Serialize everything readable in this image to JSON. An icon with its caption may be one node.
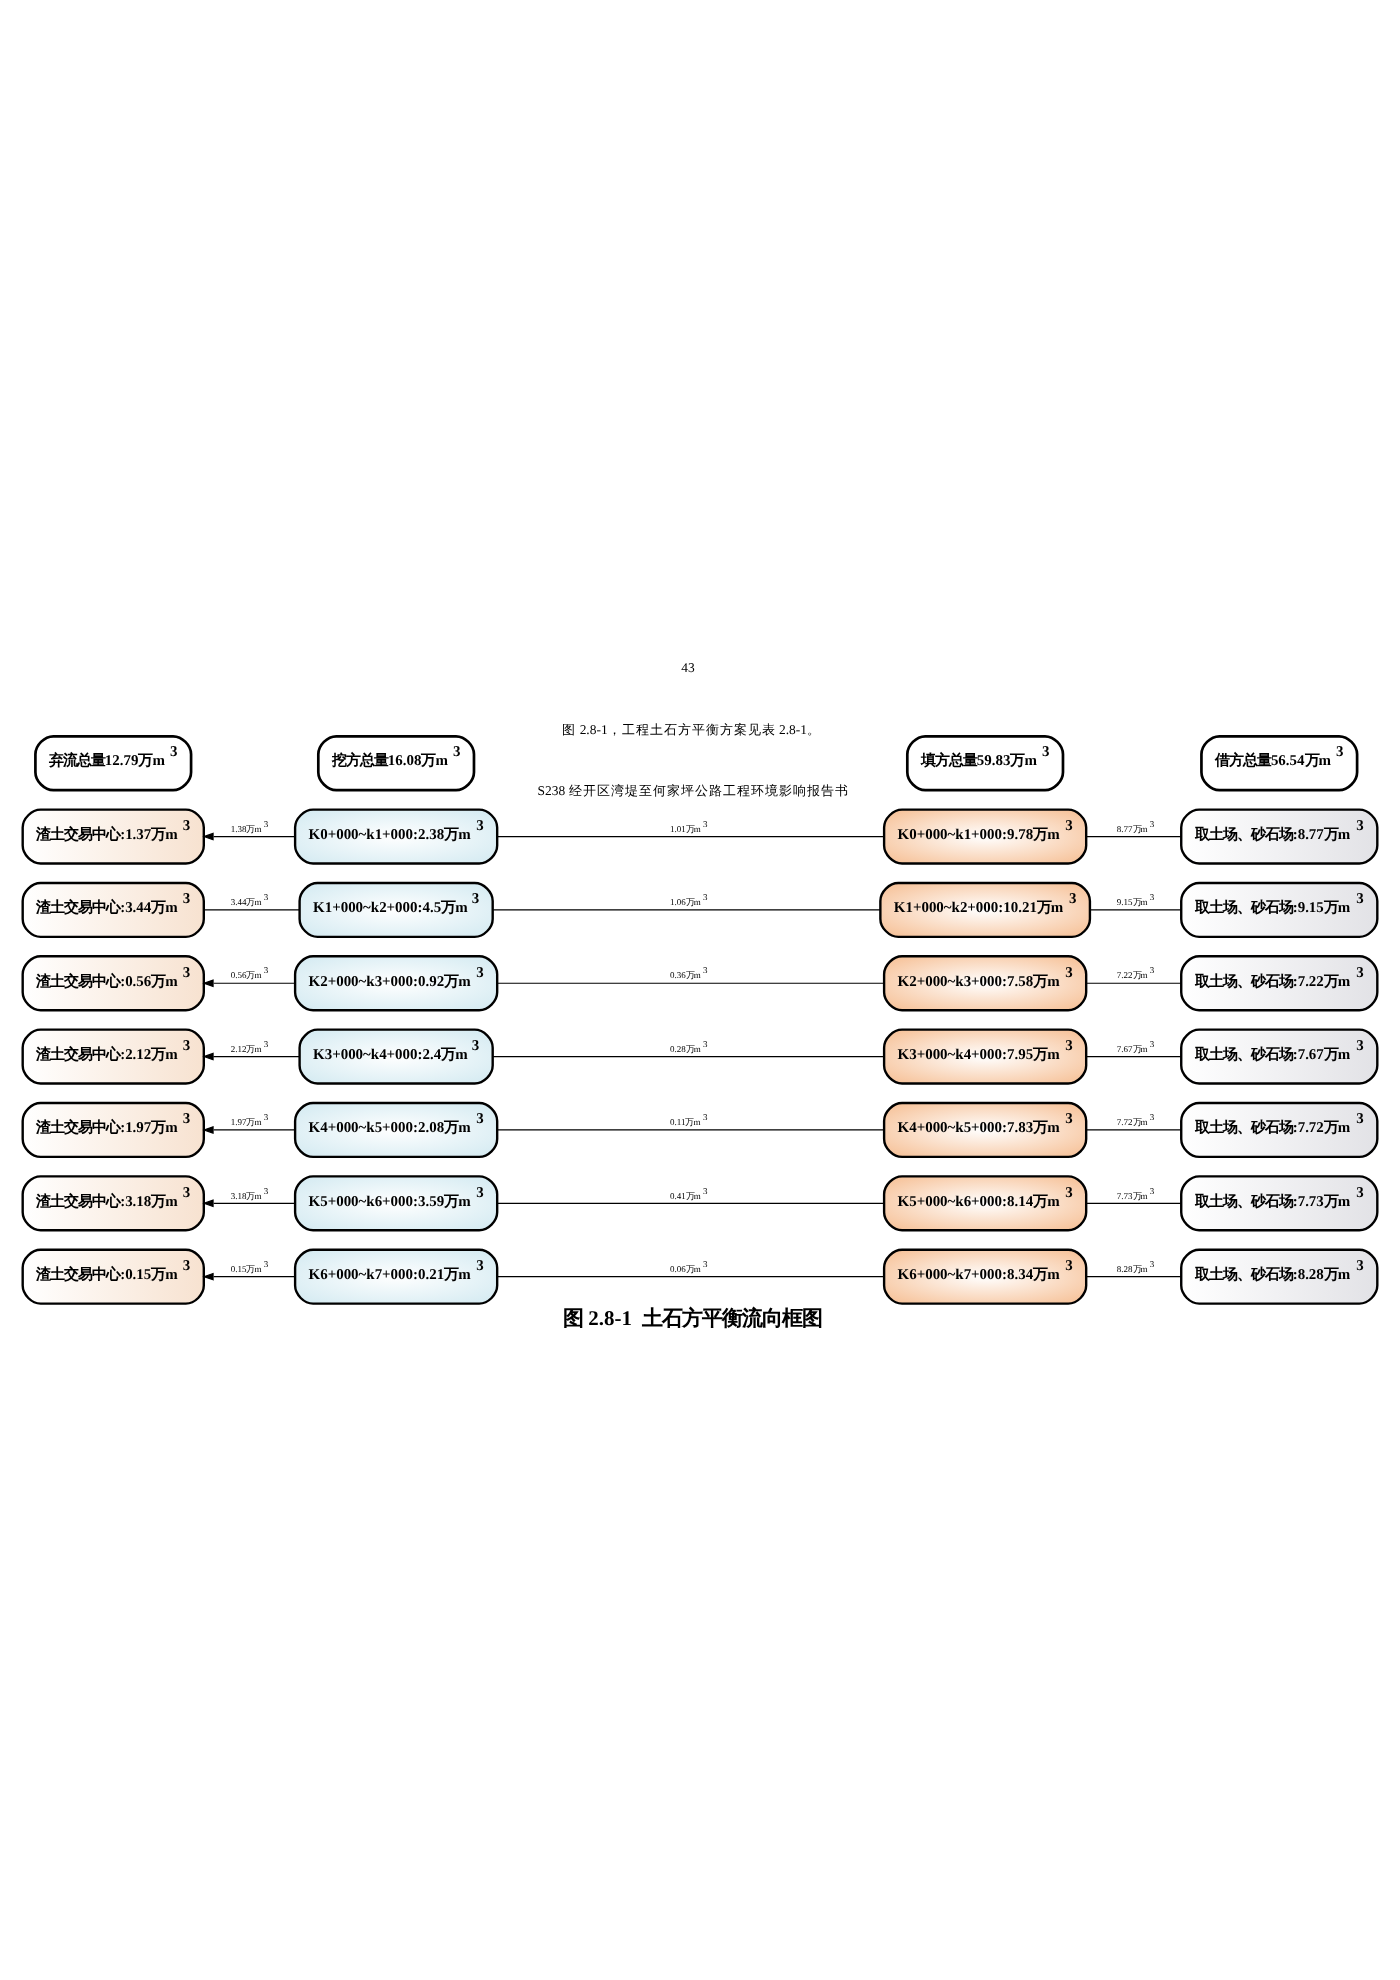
{
  "diagram": {
    "caption": "图 2.8-1  土石方平衡流向框图",
    "nodes": [
      {
        "text": [
          "弃流总量12.79万m$^{3}$"
        ]
      },
      {
        "text": [
          "挖方总量16.08万m$^{3}$"
        ]
      },
      {
        "text": [
          "填方总量59.83万m$^{3}$"
        ]
      },
      {
        "text": [
          "借方总量56.54万m$^{3}$"
        ]
      },
      {
        "text": [
          "渣土交易中心:1.37万m$^{3}$"
        ]
      },
      {
        "text": [
          "K0+000~k1+000:2.38万m$^{3}$"
        ]
      },
      {
        "text": [
          "K0+000~k1+000:9.78万m$^{3}$"
        ]
      },
      {
        "text": [
          "取土场、砂石场:8.77万m$^{3}$"
        ]
      },
      {
        "text": [
          "渣土交易中心:3.44万m$^{3}$"
        ]
      },
      {
        "text": [
          "K1+000~k2+000:4.5万m$^{3}$"
        ]
      },
      {
        "text": [
          "K1+000~k2+000:10.21万m$^{3}$"
        ]
      },
      {
        "text": [
          "取土场、砂石场:9.15万m$^{3}$"
        ]
      },
      {
        "text": [
          "渣土交易中心:0.56万m$^{3}$"
        ]
      },
      {
        "text": [
          "K2+000~k3+000:0.92万m$^{3}$"
        ]
      },
      {
        "text": [
          "K2+000~k3+000:7.58万m$^{3}$"
        ]
      },
      {
        "text": [
          "取土场、砂石场:7.22万m$^{3}$"
        ]
      },
      {
        "text": [
          "渣土交易中心:2.12万m$^{3}$"
        ]
      },
      {
        "text": [
          "K3+000~k4+000:2.4万m$^{3}$"
        ]
      },
      {
        "text": [
          "K3+000~k4+000:7.95万m$^{3}$"
        ]
      },
      {
        "text": [
          "取土场、砂石场:7.67万m$^{3}$"
        ]
      },
      {
        "text": [
          "渣土交易中心:1.97万m$^{3}$"
        ]
      },
      {
        "text": [
          "K4+000~k5+000:2.08万m$^{3}$"
        ]
      },
      {
        "text": [
          "K4+000~k5+000:7.83万m$^{3}$"
        ]
      },
      {
        "text": [
          "取土场、砂石场:7.72万m$^{3}$"
        ]
      },
      {
        "text": [
          "渣土交易中心:3.18万m$^{3}$"
        ]
      },
      {
        "text": [
          "K5+000~k6+000:3.59万m$^{3}$"
        ]
      },
      {
        "text": [
          "K5+000~k6+000:8.14万m$^{3}$"
        ]
      },
      {
        "text": [
          "取土场、砂石场:7.73万m$^{3}$"
        ]
      },
      {
        "text": [
          "渣土交易中心:0.15万m$^{3}$"
        ]
      },
      {
        "text": [
          "K6+000~k7+000:0.21万m$^{3}$"
        ]
      },
      {
        "text": [
          "K6+000~k7+000:8.34万m$^{3}$"
        ]
      },
      {
        "text": [
          "取土场、砂石场:8.28万m$^{3}$"
        ]
      }
    ],
    "edges": [
      {
        "from": 5,
        "to": 4,
        "arrow": "to",
        "label": "1.38万m$^{3}$"
      },
      {
        "from": 5,
        "to": 6,
        "arrow": "none",
        "label": "1.01万m$^{3}$"
      },
      {
        "from": 6,
        "to": 7,
        "arrow": "none",
        "label": "8.77万m$^{3}$"
      },
      {
        "from": 9,
        "to": 8,
        "arrow": "none",
        "label": "3.44万m$^{3}$"
      },
      {
        "from": 9,
        "to": 10,
        "arrow": "none",
        "label": "1.06万m$^{3}$"
      },
      {
        "from": 10,
        "to": 11,
        "arrow": "none",
        "label": "9.15万m$^{3}$"
      },
      {
        "from": 13,
        "to": 12,
        "arrow": "to",
        "label": "0.56万m$^{3}$"
      },
      {
        "from": 13,
        "to": 14,
        "arrow": "none",
        "label": "0.36万m$^{3}$"
      },
      {
        "from": 14,
        "to": 15,
        "arrow": "none",
        "label": "7.22万m$^{3}$"
      },
      {
        "from": 17,
        "to": 16,
        "arrow": "to",
        "label": "2.12万m$^{3}$"
      },
      {
        "from": 17,
        "to": 18,
        "arrow": "none",
        "label": "0.28万m$^{3}$"
      },
      {
        "from": 18,
        "to": 19,
        "arrow": "none",
        "label": "7.67万m$^{3}$"
      },
      {
        "from": 21,
        "to": 20,
        "arrow": "to",
        "label": "1.97万m$^{3}$"
      },
      {
        "from": 21,
        "to": 22,
        "arrow": "none",
        "label": "0.11万m$^{3}$"
      },
      {
        "from": 22,
        "to": 23,
        "arrow": "none",
        "label": "7.72万m$^{3}$"
      },
      {
        "from": 25,
        "to": 24,
        "arrow": "to",
        "label": "3.18万m$^{3}$"
      },
      {
        "from": 25,
        "to": 26,
        "arrow": "none",
        "label": "0.41万m$^{3}$"
      },
      {
        "from": 26,
        "to": 27,
        "arrow": "none",
        "label": "7.73万m$^{3}$"
      },
      {
        "from": 29,
        "to": 28,
        "arrow": "to",
        "label": "0.15万m$^{3}$"
      },
      {
        "from": 29,
        "to": 30,
        "arrow": "none",
        "label": "0.06万m$^{3}$"
      },
      {
        "from": 30,
        "to": 31,
        "arrow": "none",
        "label": "8.28万m$^{3}$"
      }
    ],
    "labels": [
      "S238 经开区湾堤至何家坪公路工程环境影响报告书",
      "图 2.8-1，工程土石方平衡方案见表 2.8-1。",
      "43"
    ]
  }
}
